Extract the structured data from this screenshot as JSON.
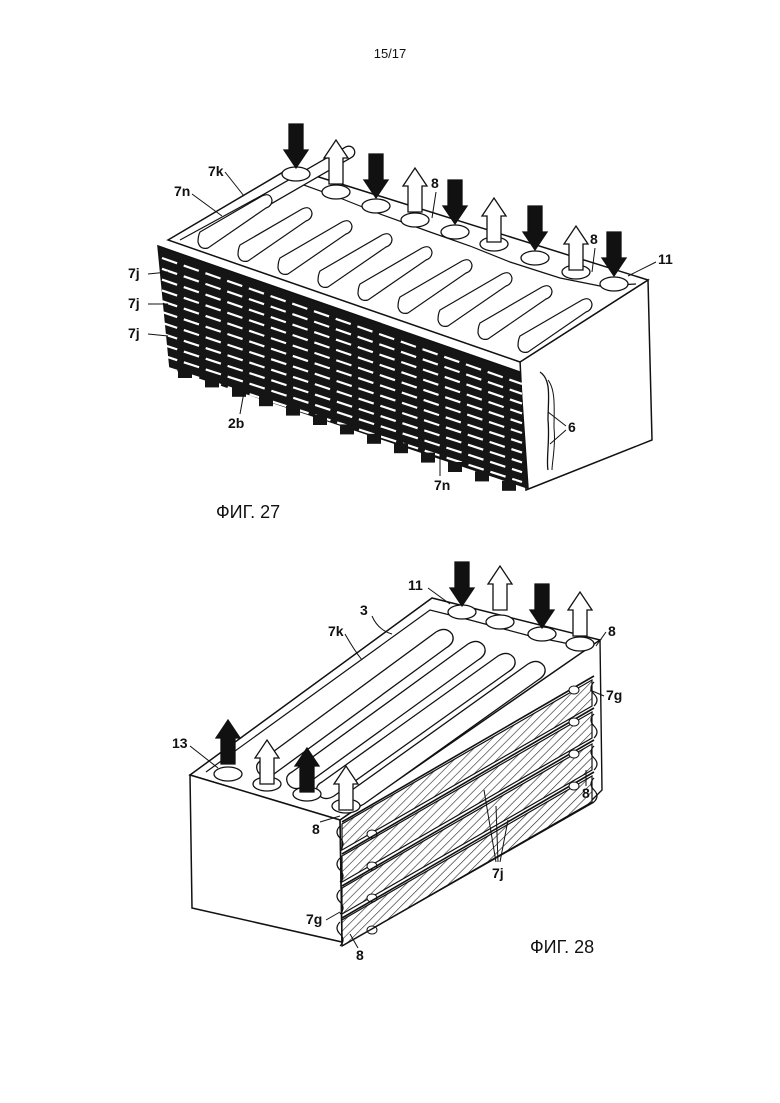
{
  "page": {
    "number": "15/17"
  },
  "figure27": {
    "caption": "ФИГ. 27",
    "labels": {
      "l7k": "7k",
      "l7n_top": "7n",
      "l8_a": "8",
      "l8_b": "8",
      "l11": "11",
      "l7j_1": "7j",
      "l7j_2": "7j",
      "l7j_3": "7j",
      "l2b": "2b",
      "l6": "6",
      "l7n_bottom": "7n"
    }
  },
  "figure28": {
    "caption": "ФИГ. 28",
    "labels": {
      "l11": "11",
      "l3": "3",
      "l7k": "7k",
      "l8_top": "8",
      "l7g_right": "7g",
      "l8_right": "8",
      "l13": "13",
      "l8_left": "8",
      "l7j": "7j",
      "l7g_left": "7g",
      "l8_bottom": "8"
    }
  }
}
